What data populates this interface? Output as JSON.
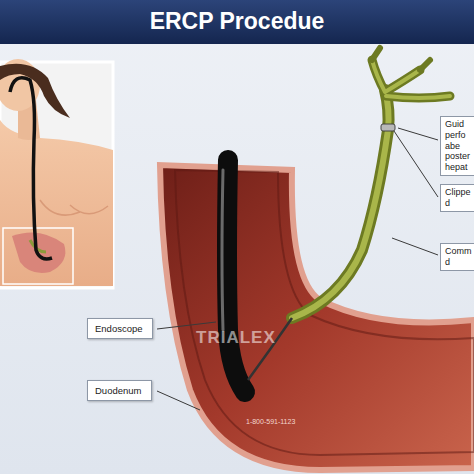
{
  "diagram": {
    "title": "ERCP Procedue",
    "nodes": [
      {
        "text": [
          "Guid perfo abe poster hepat"
        ]
      },
      {
        "text": [
          "Clippe d"
        ]
      },
      {
        "text": [
          "Comm d"
        ]
      },
      {
        "text": [
          "Endoscope"
        ]
      },
      {
        "text": [
          "Duodenum"
        ]
      }
    ],
    "labels": [
      "TRIALEX",
      "1-800-591-1123"
    ]
  }
}
